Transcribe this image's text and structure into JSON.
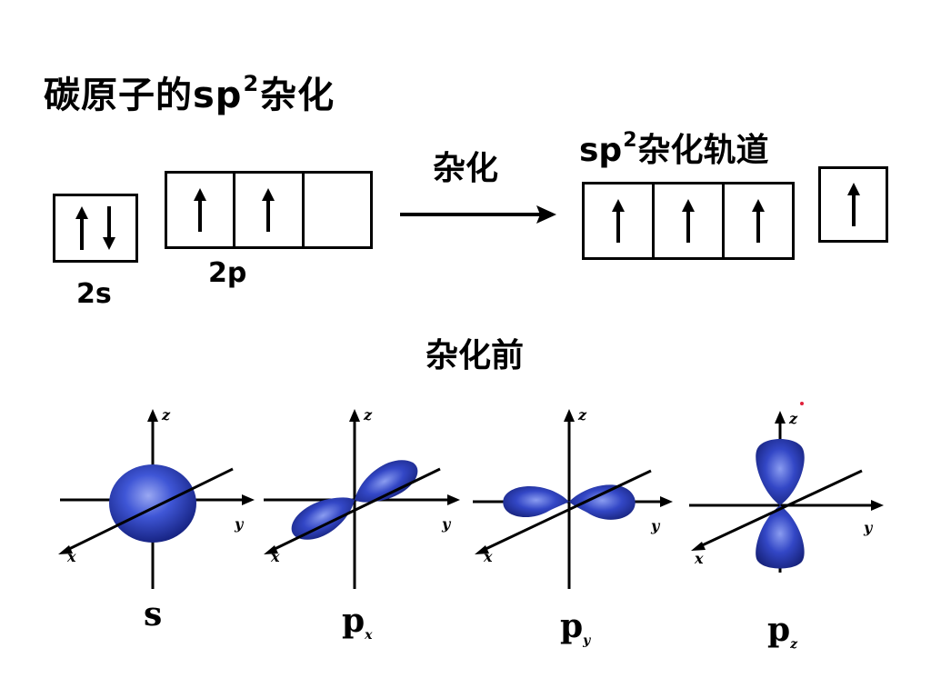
{
  "title": {
    "main": "碳原子的sp",
    "sup": "2",
    "tail": "杂化"
  },
  "ground_state": {
    "s_label": "2s",
    "p_label": "2p",
    "s_box": [
      "up-down"
    ],
    "p_boxes": [
      "up",
      "up",
      "empty"
    ]
  },
  "process": {
    "label": "杂化"
  },
  "hybrid": {
    "label_prefix": "sp",
    "label_sup": "2",
    "label_suffix": "杂化轨道",
    "sp2_boxes": [
      "up",
      "up",
      "up"
    ],
    "p_box": [
      "up"
    ]
  },
  "section_label": "杂化前",
  "orbitals": [
    {
      "name": "s",
      "sub": "",
      "axes": [
        "z",
        "y",
        "x"
      ]
    },
    {
      "name": "p",
      "sub": "x",
      "axes": [
        "z",
        "y",
        "x"
      ]
    },
    {
      "name": "p",
      "sub": "y",
      "axes": [
        "z",
        "y",
        "x"
      ]
    },
    {
      "name": "p",
      "sub": "z",
      "axes": [
        "z",
        "y",
        "x"
      ]
    }
  ],
  "colors": {
    "lobe_dark": "#1f2d9c",
    "lobe_mid": "#3f56d6",
    "lobe_light": "#8a9cf0",
    "accent_dot": "#e0203a"
  }
}
